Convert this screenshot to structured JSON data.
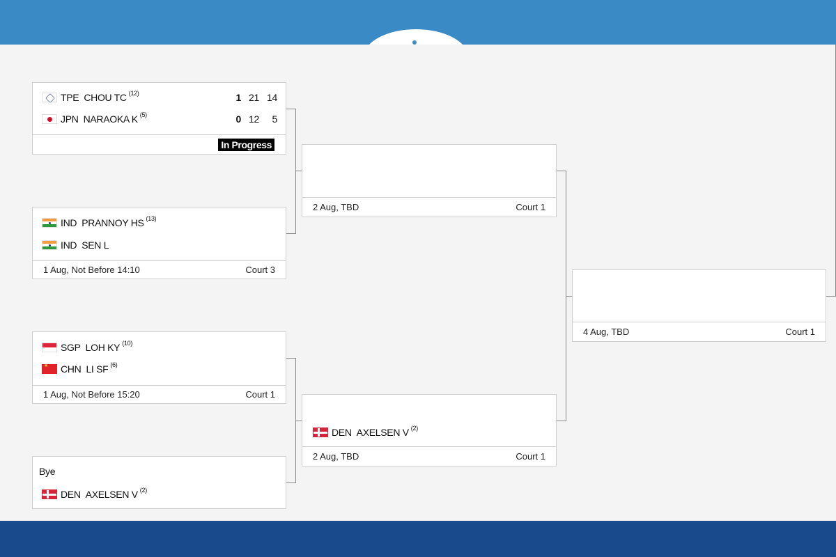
{
  "bracket": {
    "matches": [
      {
        "players": [
          {
            "country": "TPE",
            "name": "CHOU TC",
            "seed": "(12)",
            "flag": "tpe-flag",
            "sets": "1",
            "games": [
              "21",
              "14"
            ]
          },
          {
            "country": "JPN",
            "name": "NARAOKA K",
            "seed": "(5)",
            "flag": "jpn-flag",
            "sets": "0",
            "games": [
              "12",
              "5"
            ]
          }
        ],
        "status": "In Progress"
      },
      {
        "players": [
          {
            "country": "IND",
            "name": "PRANNOY HS",
            "seed": "(13)",
            "flag": "ind-flag"
          },
          {
            "country": "IND",
            "name": "SEN L",
            "seed": "",
            "flag": "ind-flag"
          }
        ],
        "schedule": "1 Aug, Not Before 14:10",
        "court": "Court 3"
      },
      {
        "players": [
          {
            "country": "SGP",
            "name": "LOH KY",
            "seed": "(10)",
            "flag": "sgp-flag"
          },
          {
            "country": "CHN",
            "name": "LI SF",
            "seed": "(6)",
            "flag": "chn-flag"
          }
        ],
        "schedule": "1 Aug, Not Before 15:20",
        "court": "Court 1"
      },
      {
        "bye_label": "Bye",
        "players": [
          {
            "country": "DEN",
            "name": "AXELSEN V",
            "seed": "(2)",
            "flag": "den-flag"
          }
        ]
      },
      {
        "schedule": "2 Aug, TBD",
        "court": "Court 1"
      },
      {
        "players": [
          {
            "country": "DEN",
            "name": "AXELSEN V",
            "seed": "(2)",
            "flag": "den-flag"
          }
        ],
        "schedule": "2 Aug, TBD",
        "court": "Court 1"
      },
      {
        "schedule": "4 Aug, TBD",
        "court": "Court 1"
      }
    ]
  },
  "colors": {
    "top_band": "#3a8ac6",
    "bottom_band": "#184a8c",
    "background": "#f4f4f4",
    "status_badge": "#000000"
  }
}
